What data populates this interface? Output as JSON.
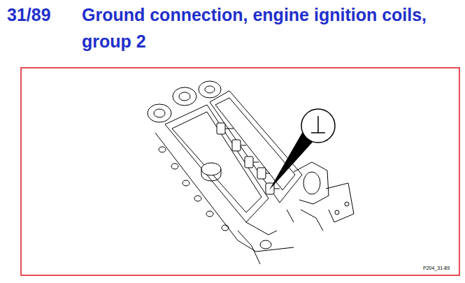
{
  "diagram": {
    "title": "Ground connection, engine ignition coils, group 2",
    "labels": [
      "31/89",
      "P204_31-89"
    ]
  }
}
